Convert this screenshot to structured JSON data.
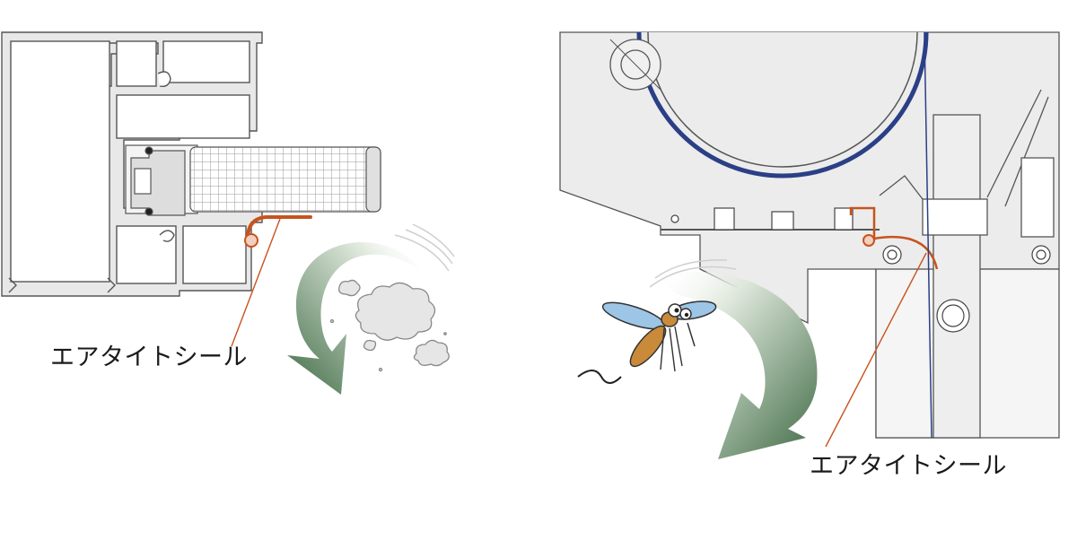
{
  "labels": {
    "seal_left": "エアタイトシール",
    "seal_right": "エアタイトシール"
  },
  "colors": {
    "seal": "#c8531d",
    "arrow_dark": "#3f6b45",
    "arrow_light": "#dfe8dc",
    "frame_fill": "#e8e8e8",
    "outline": "#555555",
    "drum_blue": "#2b3f86",
    "mosquito_body": "#c98a3a",
    "mosquito_wing": "#9cc5e6"
  },
  "icons": {
    "left_figure": "aluminum-frame-cross-section",
    "right_figure": "shutter-box-cross-section",
    "dust": "dust-cloud-icon",
    "insect": "mosquito-icon",
    "flow": "curved-arrow-icon"
  }
}
